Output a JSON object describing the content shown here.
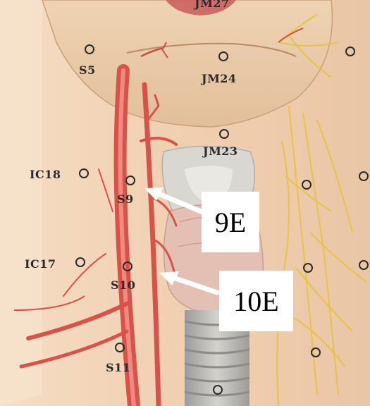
{
  "labels": {
    "jm27": "JM27",
    "s5": "S5",
    "jm24": "JM24",
    "jm23": "JM23",
    "ic18": "IC18",
    "s9": "S9",
    "ic17": "IC17",
    "s10": "S10",
    "s11": "S11"
  },
  "callouts": {
    "label_9e": "9E",
    "label_10e": "10E"
  },
  "colors": {
    "skin": "#f2d2b4",
    "artery": "#d9524a",
    "nerve": "#e6c448",
    "cartilage": "#d7d6d0",
    "trachea": "#b9b7b2",
    "lip": "#c85a5a",
    "arrow": "#ffffff"
  }
}
